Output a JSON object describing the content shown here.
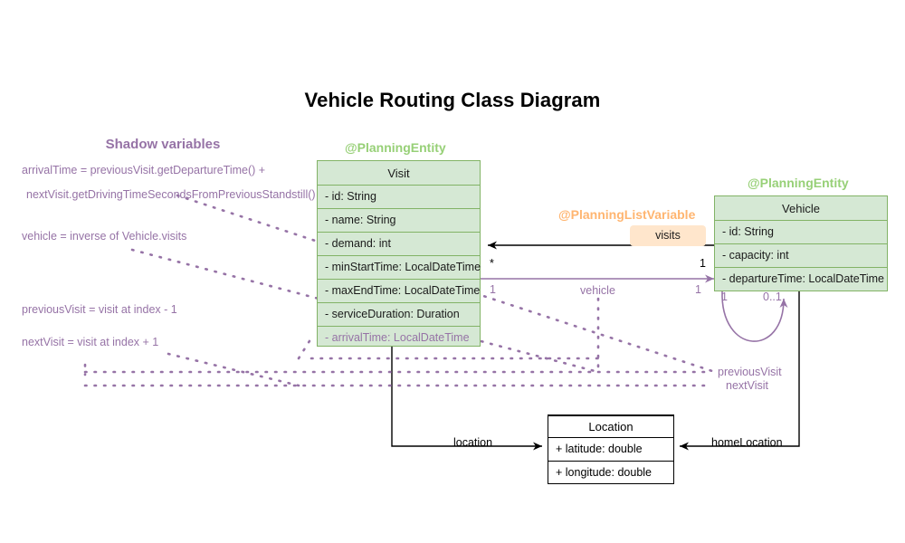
{
  "page": {
    "title": "Vehicle Routing Class Diagram"
  },
  "colors": {
    "entity_fill": "#d5e8d4",
    "entity_border": "#82b366",
    "stereotype_green": "#97d077",
    "stereotype_orange": "#ffb570",
    "shadow_purple": "#9673a6",
    "badge_fill": "#ffe6cc",
    "plain_border": "#000000"
  },
  "shadow_panel": {
    "title": "Shadow variables",
    "lines": [
      "arrivalTime = previousVisit.getDepartureTime() +",
      "nextVisit.getDrivingTimeSecondsFromPreviousStandstill()",
      "vehicle = inverse of Vehicle.visits",
      "previousVisit = visit at index - 1",
      "nextVisit = visit at index + 1"
    ]
  },
  "classes": {
    "visit": {
      "stereotype": "@PlanningEntity",
      "name": "Visit",
      "attributes": [
        {
          "text": "- id: String",
          "shadow": false
        },
        {
          "text": "- name: String",
          "shadow": false
        },
        {
          "text": "- demand: int",
          "shadow": false
        },
        {
          "text": "- minStartTime: LocalDateTime",
          "shadow": false
        },
        {
          "text": "- maxEndTime: LocalDateTime",
          "shadow": false
        },
        {
          "text": "- serviceDuration: Duration",
          "shadow": false
        },
        {
          "text": "- arrivalTime: LocalDateTime",
          "shadow": true
        }
      ]
    },
    "vehicle": {
      "stereotype": "@PlanningEntity",
      "name": "Vehicle",
      "attributes": [
        {
          "text": "- id: String",
          "shadow": false
        },
        {
          "text": "- capacity: int",
          "shadow": false
        },
        {
          "text": "- departureTime: LocalDateTime",
          "shadow": false
        }
      ]
    },
    "location": {
      "name": "Location",
      "attributes": [
        {
          "text": "+ latitude: double",
          "shadow": false
        },
        {
          "text": "+ longitude: double",
          "shadow": false
        }
      ]
    }
  },
  "relations": {
    "visits": {
      "stereotype": "@PlanningListVariable",
      "label": "visits",
      "source_multiplicity": "1",
      "target_multiplicity": "*"
    },
    "vehicle_inverse": {
      "label": "vehicle",
      "source_multiplicity": "1",
      "target_multiplicity": "1"
    },
    "previous_visit": {
      "label": "previousVisit",
      "multiplicity": "1"
    },
    "next_visit": {
      "label": "nextVisit",
      "multiplicity": "0..1"
    },
    "location": {
      "label": "location"
    },
    "home_location": {
      "label": "homeLocation"
    }
  }
}
